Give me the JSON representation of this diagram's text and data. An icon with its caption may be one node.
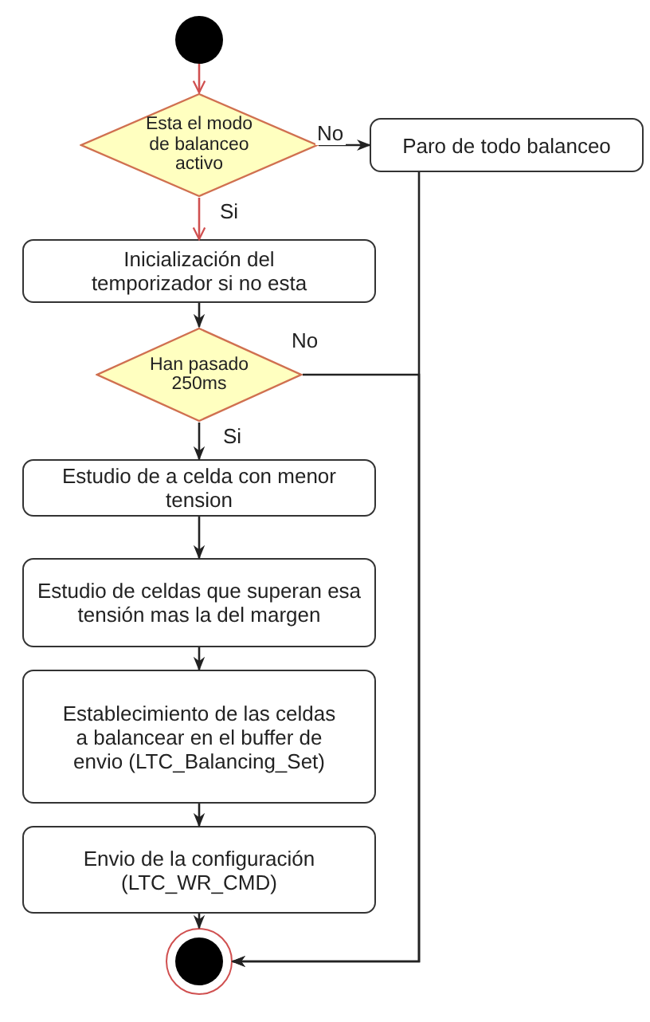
{
  "diagram": {
    "nodes": [
      {
        "text": [],
        "shape": "circle"
      },
      {
        "text": [
          "Esta el modo de balanceo activo"
        ]
      },
      {
        "text": [
          "Paro de todo balanceo"
        ]
      },
      {
        "text": [
          "Inicialización del temporizador si no esta"
        ]
      },
      {
        "text": [
          "Han pasado 250ms"
        ]
      },
      {
        "text": [
          "Estudio de a celda con menor tension"
        ]
      },
      {
        "text": [
          "Estudio de celdas que superan esa tensión mas la del margen"
        ]
      },
      {
        "text": [
          "Establecimiento de las celdas a balancear en el buffer de envio (LTC_Balancing_Set)"
        ]
      },
      {
        "text": [
          "Envio de la configuración (LTC_WR_CMD)"
        ]
      },
      {
        "text": [],
        "shape": "circle"
      }
    ],
    "edges": [
      {
        "from": 0,
        "to": 1,
        "arrow": "to",
        "color": "#d05050"
      },
      {
        "from": 1,
        "to": 2,
        "label": "No",
        "arrow": "to"
      },
      {
        "from": 1,
        "to": 3,
        "label": "Si",
        "arrow": "to",
        "color": "#d05050"
      },
      {
        "from": 3,
        "to": 4,
        "arrow": "to"
      },
      {
        "from": 4,
        "to": 9,
        "label": "No",
        "arrow": "to"
      },
      {
        "from": 4,
        "to": 5,
        "label": "Si",
        "arrow": "to"
      },
      {
        "from": 5,
        "to": 6,
        "arrow": "to"
      },
      {
        "from": 6,
        "to": 7,
        "arrow": "to"
      },
      {
        "from": 7,
        "to": 8,
        "arrow": "to"
      },
      {
        "from": 8,
        "to": 9,
        "arrow": "to"
      },
      {
        "from": 2,
        "to": 9,
        "arrow": "to"
      }
    ]
  }
}
